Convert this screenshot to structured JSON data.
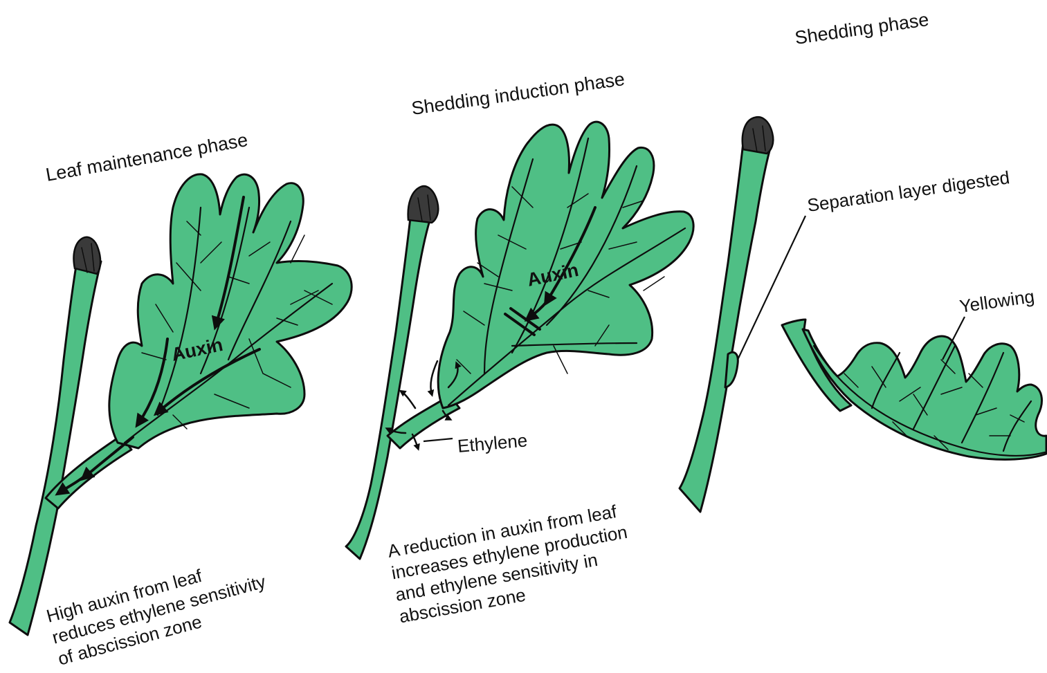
{
  "colors": {
    "plant_green": "#4fbf85",
    "outline": "#0d0d0d",
    "background": "#ffffff"
  },
  "phases": [
    {
      "title": "Leaf maintenance phase",
      "labels": {
        "auxin": "Auxin"
      },
      "caption": [
        "High auxin from leaf",
        "reduces ethylene sensitivity",
        "of abscission zone"
      ]
    },
    {
      "title": "Shedding induction phase",
      "labels": {
        "auxin": "Auxin",
        "ethylene": "Ethylene"
      },
      "caption": [
        "A reduction in auxin from leaf",
        "increases ethylene production",
        "and ethylene sensitivity in",
        "abscission zone"
      ]
    },
    {
      "title": "Shedding phase",
      "labels": {
        "separation": "Separation layer digested",
        "yellowing": "Yellowing"
      }
    }
  ]
}
